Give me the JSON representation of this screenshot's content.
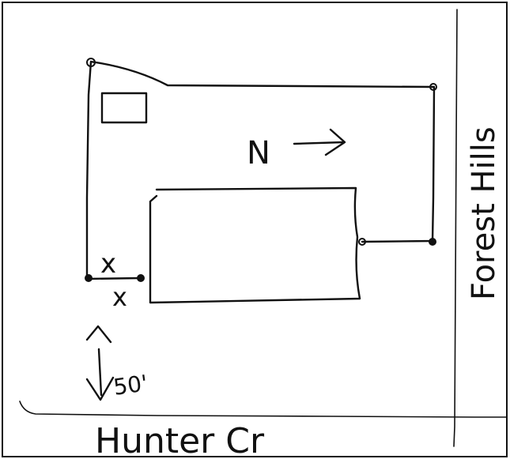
{
  "streets": {
    "bottom": "Hunter Cr",
    "right": "Forest Hills"
  },
  "north_label": "N",
  "setback_label": "50'",
  "point_marks": [
    "x",
    "x"
  ]
}
